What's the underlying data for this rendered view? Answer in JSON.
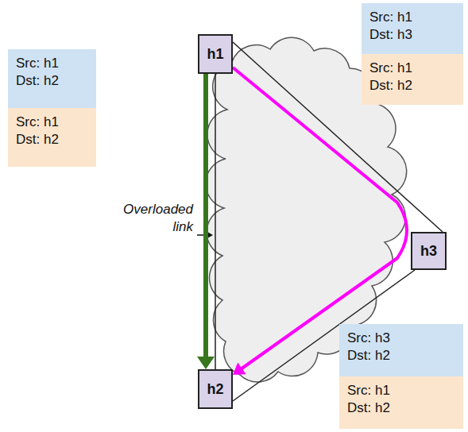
{
  "diagram": {
    "nodes": [
      {
        "text": [
          "h1"
        ]
      },
      {
        "text": [
          "h3"
        ]
      },
      {
        "text": [
          "h2"
        ]
      },
      {
        "text": [
          "Src: h1 Dst: h2"
        ]
      },
      {
        "text": [
          "Src: h1 Dst: h2"
        ]
      },
      {
        "text": [
          "Src: h1 Dst: h3"
        ]
      },
      {
        "text": [
          "Src: h1 Dst: h2"
        ]
      },
      {
        "text": [
          "Src: h3 Dst: h2"
        ]
      },
      {
        "text": [
          "Src: h1 Dst: h2"
        ]
      }
    ],
    "edges": [
      {
        "from": 0,
        "to": 2,
        "arrow": "none"
      },
      {
        "from": 0,
        "to": 1,
        "arrow": "none"
      },
      {
        "from": 1,
        "to": 2,
        "arrow": "none"
      },
      {
        "from": 0,
        "to": 2,
        "arrow": "to"
      },
      {
        "from": 0,
        "to": 2,
        "arrow": "to"
      }
    ],
    "labels": [
      "Overloaded link"
    ]
  }
}
